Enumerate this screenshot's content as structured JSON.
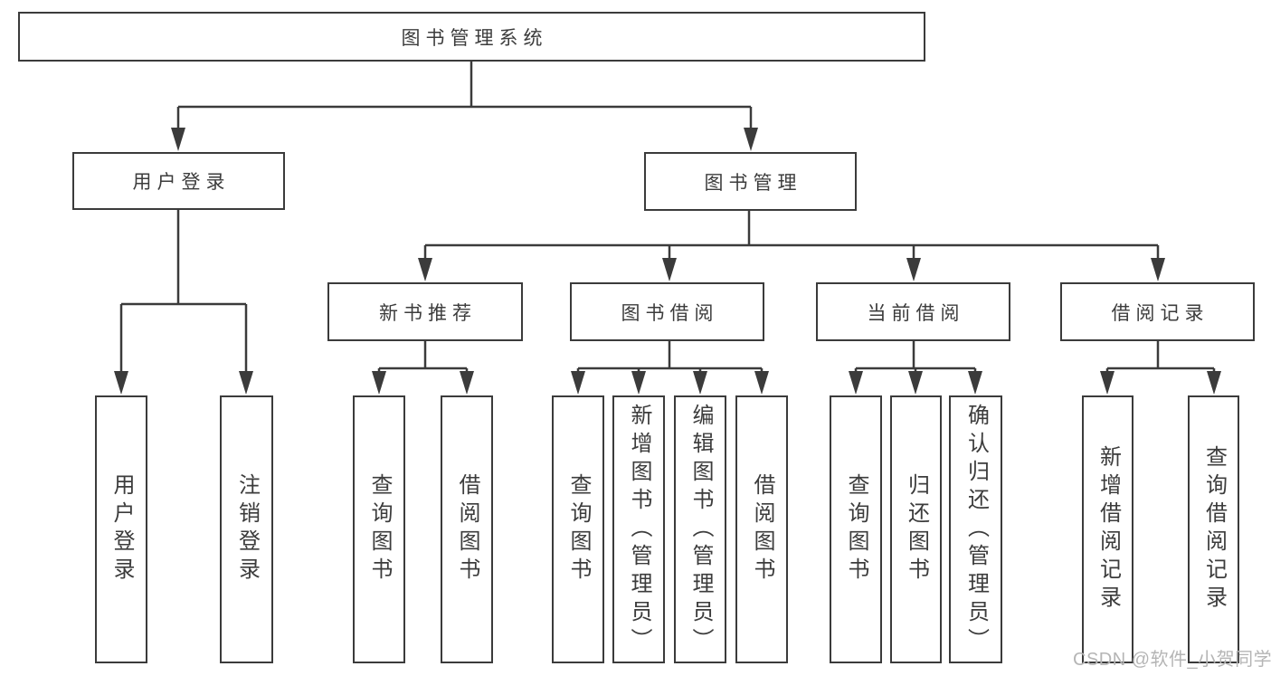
{
  "tree": {
    "root": {
      "label": "图书管理系统"
    },
    "children": [
      {
        "label": "用户登录",
        "children": [
          {
            "label": "用户登录"
          },
          {
            "label": "注销登录"
          }
        ]
      },
      {
        "label": "图书管理",
        "children": [
          {
            "label": "新书推荐",
            "children": [
              {
                "label": "查询图书"
              },
              {
                "label": "借阅图书"
              }
            ]
          },
          {
            "label": "图书借阅",
            "children": [
              {
                "label": "查询图书"
              },
              {
                "label": "新增图书（管理员）"
              },
              {
                "label": "编辑图书（管理员）"
              },
              {
                "label": "借阅图书"
              }
            ]
          },
          {
            "label": "当前借阅",
            "children": [
              {
                "label": "查询图书"
              },
              {
                "label": "归还图书"
              },
              {
                "label": "确认归还（管理员）"
              }
            ]
          },
          {
            "label": "借阅记录",
            "children": [
              {
                "label": "新增借阅记录"
              },
              {
                "label": "查询借阅记录"
              }
            ]
          }
        ]
      }
    ]
  },
  "watermark": {
    "text": "CSDN @软件_小贺同学"
  },
  "colors": {
    "line": "#3b3b3b",
    "text": "#3c3c3c",
    "background": "#ffffff",
    "watermark": "#b5b5b5"
  }
}
